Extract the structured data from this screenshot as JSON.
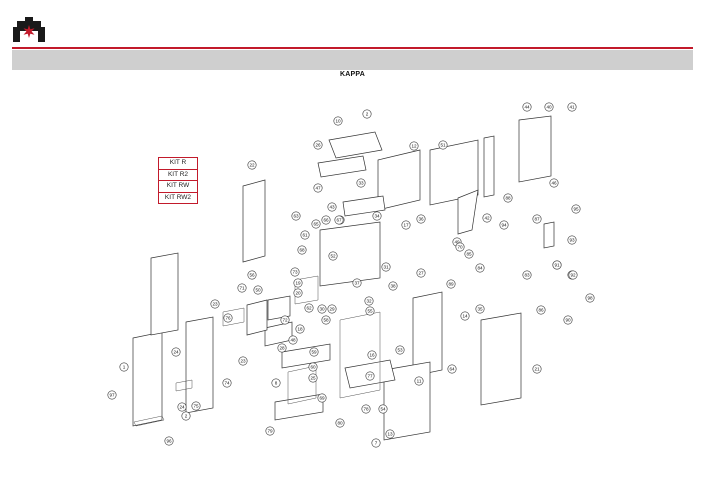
{
  "header": {
    "logo_icon": "fireplace-logo-icon",
    "accent_color": "#c21a2b",
    "band_color": "#cfcfcf"
  },
  "title": "KAPPA",
  "kits": [
    "KIT R",
    "KIT R2",
    "KIT RW",
    "KIT RW2"
  ],
  "callouts": [
    "1",
    "2",
    "2",
    "7",
    "8",
    "10",
    "11",
    "12",
    "13",
    "14",
    "16",
    "17",
    "18",
    "19",
    "20",
    "21",
    "22",
    "23",
    "23",
    "24",
    "24",
    "25",
    "26",
    "27",
    "28",
    "29",
    "30",
    "31",
    "32",
    "33",
    "34",
    "35",
    "36",
    "37",
    "38",
    "40",
    "41",
    "42",
    "43",
    "44",
    "46",
    "47",
    "48",
    "49",
    "50",
    "51",
    "52",
    "53",
    "54",
    "55",
    "56",
    "57",
    "58",
    "59",
    "60",
    "61",
    "62",
    "63",
    "64",
    "65",
    "66",
    "67",
    "68",
    "69",
    "70",
    "71",
    "72",
    "73",
    "74",
    "75",
    "76",
    "77",
    "78",
    "79",
    "80",
    "81",
    "82",
    "83",
    "84",
    "85",
    "86",
    "87",
    "88",
    "89",
    "90",
    "91",
    "92",
    "93",
    "94",
    "95",
    "96",
    "97",
    "98"
  ]
}
